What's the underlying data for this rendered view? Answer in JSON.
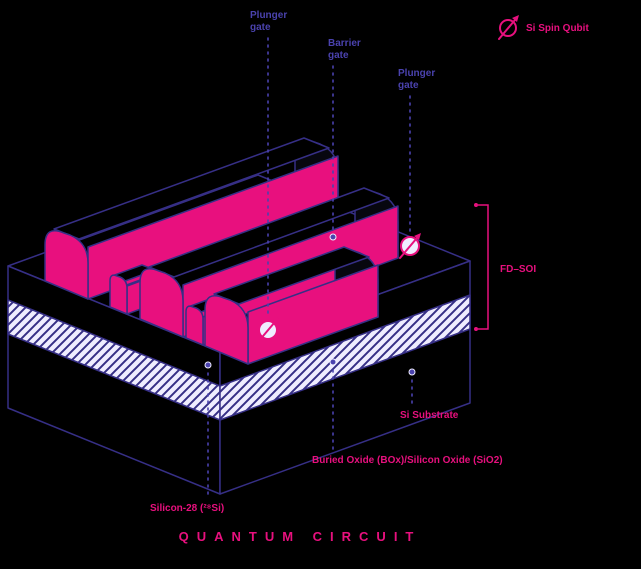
{
  "title": "QUANTUM CIRCUIT",
  "legend": {
    "label": "Si Spin Qubit"
  },
  "annotations": {
    "plunger_gate_top": {
      "line1": "Plunger",
      "line2": "gate"
    },
    "barrier_gate": {
      "line1": "Barrier",
      "line2": "gate"
    },
    "plunger_gate_right": {
      "line1": "Plunger",
      "line2": "gate"
    },
    "fd_soi": "FD–SOI",
    "si_substrate": "Si Substrate",
    "buried_oxide": "Buried Oxide (BOx)/Silicon Oxide (SiO2)",
    "silicon_28": "Silicon-28 (²⁸Si)"
  },
  "colors": {
    "background": "#000000",
    "pink": "#E8107E",
    "navy_outline": "#362F86",
    "navy_label": "#4A42AE",
    "lavender": "#EFEDFF"
  }
}
